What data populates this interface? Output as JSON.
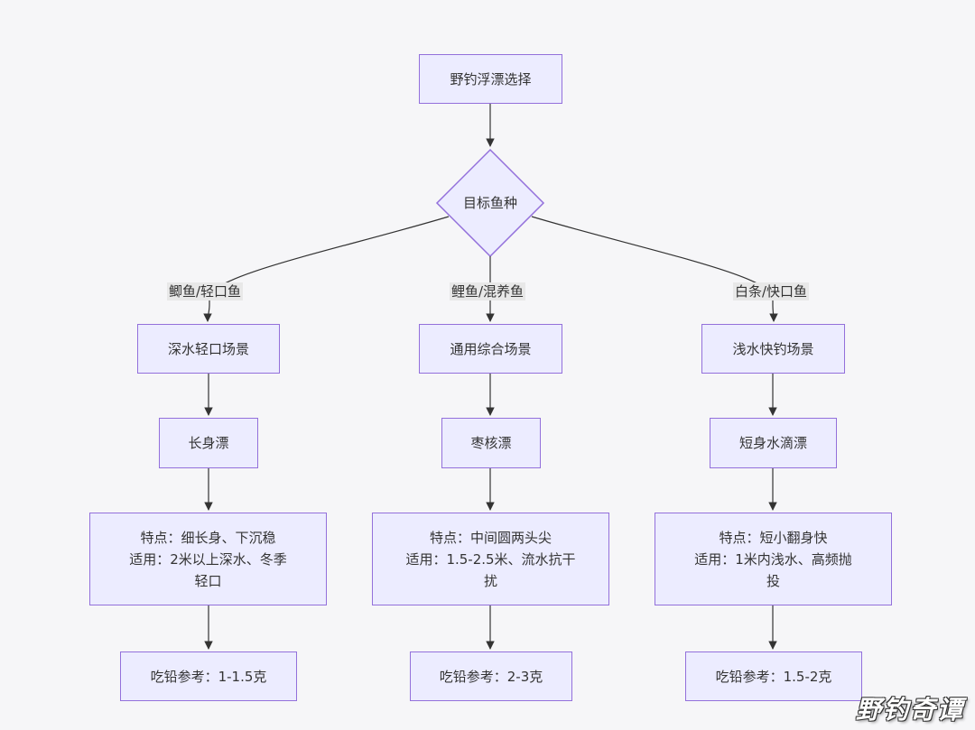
{
  "colors": {
    "node_fill": "#ececff",
    "node_border": "#9370db",
    "edge": "#333333",
    "edge_label_bg": "#e8e8e8",
    "background": "#f6f6f8"
  },
  "root": {
    "label": "野钓浮漂选择"
  },
  "decision": {
    "label": "目标鱼种"
  },
  "branches": [
    {
      "edge_label": "鲫鱼/轻口鱼",
      "scene": "深水轻口场景",
      "float_type": "长身漂",
      "features": [
        "特点：细长身、下沉稳",
        "适用：2米以上深水、冬季",
        "轻口"
      ],
      "lead": "吃铅参考：1-1.5克"
    },
    {
      "edge_label": "鲤鱼/混养鱼",
      "scene": "通用综合场景",
      "float_type": "枣核漂",
      "features": [
        "特点：中间圆两头尖",
        "适用：1.5-2.5米、流水抗干",
        "扰"
      ],
      "lead": "吃铅参考：2-3克"
    },
    {
      "edge_label": "白条/快口鱼",
      "scene": "浅水快钓场景",
      "float_type": "短身水滴漂",
      "features": [
        "特点：短小翻身快",
        "适用：1米内浅水、高频抛",
        "投"
      ],
      "lead": "吃铅参考：1.5-2克"
    }
  ],
  "watermark": "野钓奇谭"
}
